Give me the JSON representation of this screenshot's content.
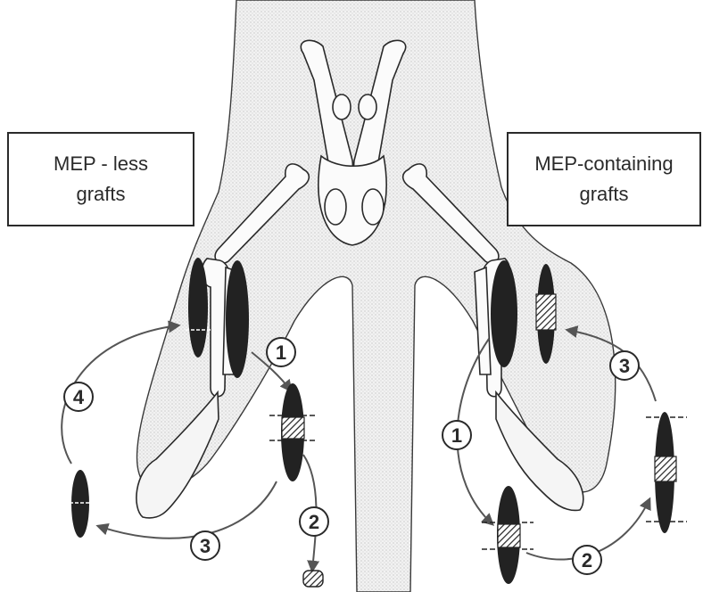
{
  "labels": {
    "left_line1": "MEP - less",
    "left_line2": "grafts",
    "right_line1": "MEP-containing",
    "right_line2": "grafts"
  },
  "steps": {
    "left": [
      "1",
      "2",
      "3",
      "4"
    ],
    "right": [
      "1",
      "2",
      "3"
    ]
  },
  "colors": {
    "ink": "#2a2a2a",
    "body_fill": "#ececec",
    "muscle": "#222222"
  }
}
